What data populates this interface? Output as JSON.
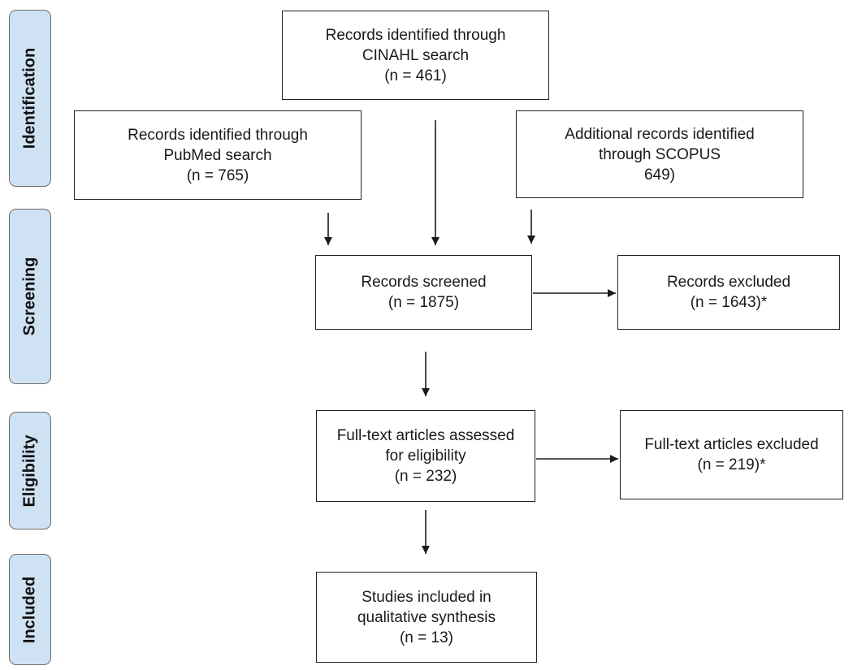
{
  "stages": {
    "identification": "Identification",
    "screening": "Screening",
    "eligibility": "Eligibility",
    "included": "Included"
  },
  "boxes": {
    "cinahl": {
      "line1": "Records identified through",
      "line2": "CINAHL search",
      "count": "(n = 461)"
    },
    "pubmed": {
      "line1": "Records identified through",
      "line2": "PubMed search",
      "count": "(n = 765)"
    },
    "scopus": {
      "line1": "Additional records identified",
      "line2": "through SCOPUS",
      "count": "649)"
    },
    "screened": {
      "line1": "Records screened",
      "count": "(n = 1875)"
    },
    "excluded": {
      "line1": "Records excluded",
      "count": "(n = 1643)*"
    },
    "fulltext": {
      "line1": "Full-text articles assessed",
      "line2": "for eligibility",
      "count": "(n = 232)"
    },
    "fulltext_excluded": {
      "line1": "Full-text articles excluded",
      "count": "(n = 219)*"
    },
    "included": {
      "line1": "Studies included in",
      "line2": "qualitative synthesis",
      "count": "(n = 13)"
    }
  },
  "colors": {
    "stage_fill": "#cfe2f3",
    "stage_border": "#6d6d6d",
    "line": "#1a1a1a"
  }
}
